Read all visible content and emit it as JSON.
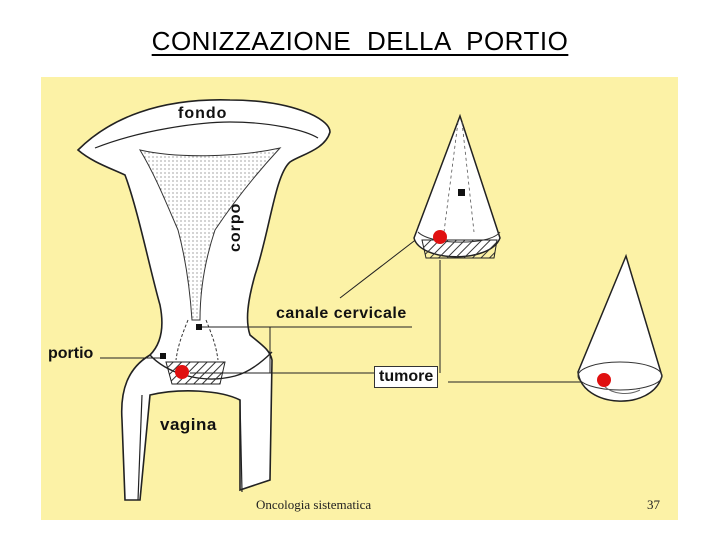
{
  "title": "CONIZZAZIONE DELLA PORTIO",
  "labels": {
    "fondo": "fondo",
    "corpo": "corpo",
    "canale_cervicale": "canale cervicale",
    "portio": "portio",
    "tumore": "tumore",
    "vagina": "vagina"
  },
  "footer": "Oncologia sistematica",
  "page_number": "37",
  "colors": {
    "panel_background": "#fcf2a6",
    "tumor": "#e01010",
    "tissue_outline": "#222222"
  }
}
